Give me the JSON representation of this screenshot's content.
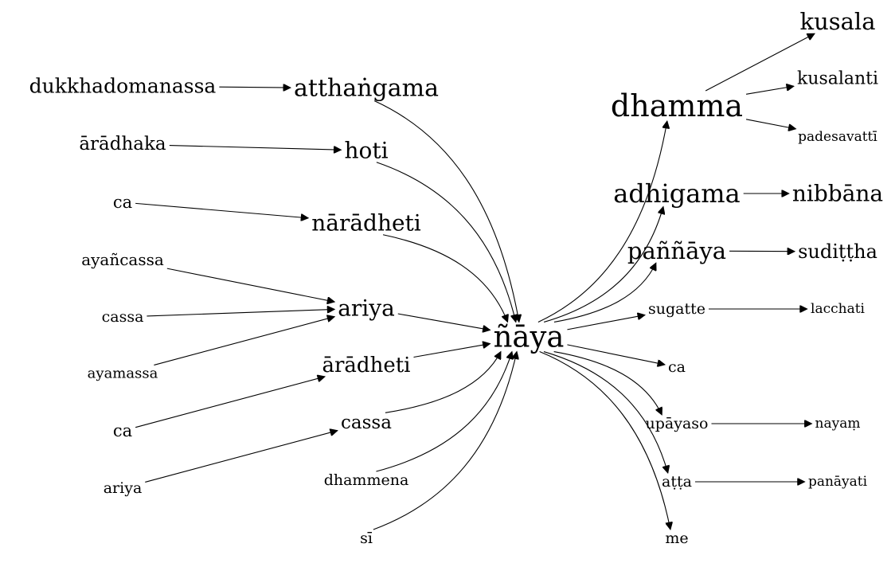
{
  "graph": {
    "center": "ñāya",
    "nodes": {
      "dukkhadomanassa": "dukkhadomanassa",
      "atthangama": "atthaṅgama",
      "aradhaka": "ārādhaka",
      "hoti": "hoti",
      "ca_left_top": "ca",
      "naradheti": "nārādheti",
      "ayancassa": "ayañcassa",
      "cassa_left": "cassa",
      "ayamassa": "ayamassa",
      "ariya_mid": "ariya",
      "aradheti": "ārādheti",
      "ca_left_bottom": "ca",
      "ariya_left": "ariya",
      "cassa_mid": "cassa",
      "dhammena": "dhammena",
      "si": "sī",
      "naya": "ñāya",
      "dhamma": "dhamma",
      "kusala": "kusala",
      "kusalanti": "kusalanti",
      "padesavatti": "padesavattī",
      "adhigama": "adhigama",
      "nibbana": "nibbāna",
      "pannaya": "paññāya",
      "suditttha": "sudiṭṭha",
      "sugatte": "sugatte",
      "lacchati": "lacchati",
      "ca_right": "ca",
      "upayaso": "upāyaso",
      "nayam": "nayaṃ",
      "atta": "aṭṭa",
      "panayati": "panāyati",
      "me": "me"
    },
    "edges": [
      [
        "dukkhadomanassa",
        "atthangama"
      ],
      [
        "aradhaka",
        "hoti"
      ],
      [
        "ca_left_top",
        "naradheti"
      ],
      [
        "ayancassa",
        "ariya_mid"
      ],
      [
        "cassa_left",
        "ariya_mid"
      ],
      [
        "ayamassa",
        "ariya_mid"
      ],
      [
        "ca_left_bottom",
        "aradheti"
      ],
      [
        "ariya_left",
        "cassa_mid"
      ],
      [
        "atthangama",
        "naya"
      ],
      [
        "hoti",
        "naya"
      ],
      [
        "naradheti",
        "naya"
      ],
      [
        "ariya_mid",
        "naya"
      ],
      [
        "aradheti",
        "naya"
      ],
      [
        "cassa_mid",
        "naya"
      ],
      [
        "dhammena",
        "naya"
      ],
      [
        "si",
        "naya"
      ],
      [
        "naya",
        "dhamma"
      ],
      [
        "naya",
        "adhigama"
      ],
      [
        "naya",
        "pannaya"
      ],
      [
        "naya",
        "sugatte"
      ],
      [
        "naya",
        "ca_right"
      ],
      [
        "naya",
        "upayaso"
      ],
      [
        "naya",
        "atta"
      ],
      [
        "naya",
        "me"
      ],
      [
        "dhamma",
        "kusala"
      ],
      [
        "dhamma",
        "kusalanti"
      ],
      [
        "dhamma",
        "padesavatti"
      ],
      [
        "adhigama",
        "nibbana"
      ],
      [
        "pannaya",
        "suditttha"
      ],
      [
        "sugatte",
        "lacchati"
      ],
      [
        "upayaso",
        "nayam"
      ],
      [
        "atta",
        "panayati"
      ]
    ]
  }
}
